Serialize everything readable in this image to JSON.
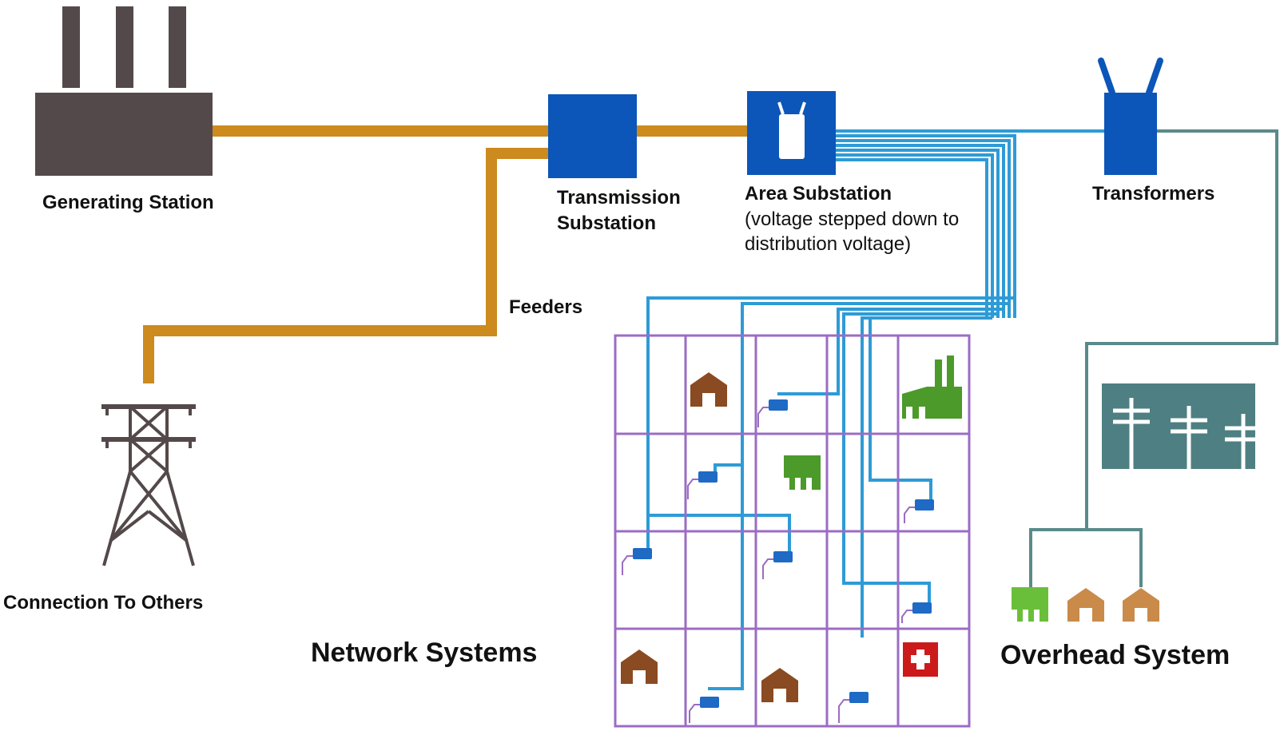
{
  "labels": {
    "generating_station": "Generating Station",
    "transmission_substation_1": "Transmission",
    "transmission_substation_2": "Substation",
    "area_substation": "Area Substation",
    "area_substation_note_1": "(voltage stepped down to",
    "area_substation_note_2": "distribution voltage)",
    "transformers": "Transformers",
    "feeders": "Feeders",
    "connection_to_others": "Connection To Others",
    "network_systems": "Network Systems",
    "overhead_system": "Overhead System"
  },
  "colors": {
    "station": "#54494a",
    "feeder_line": "#cc8a1f",
    "substation": "#0b56b8",
    "distribution_line": "#2e9bd6",
    "overhead_line": "#5a8a8a",
    "pole_panel": "#4e7f82",
    "grid": "#9b6cc4",
    "house_brown": "#8a4a22",
    "house_tan": "#c98a4a",
    "building_green": "#4c9a2a",
    "hospital_red": "#cc1a1a",
    "tower": "#54494a",
    "transformer_small": "#1e6ac4"
  }
}
